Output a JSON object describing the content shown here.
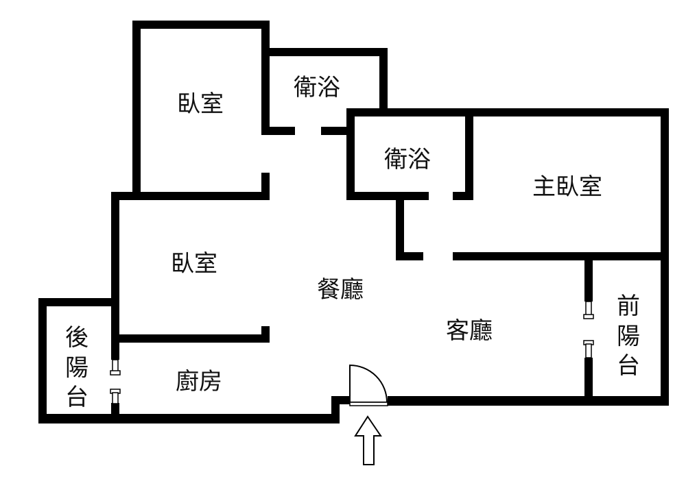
{
  "plan": {
    "wall_color": "#000000",
    "rooms": {
      "bedroom_top": "臥室",
      "bath_top": "衛浴",
      "bath_mid": "衛浴",
      "master_bedroom": "主臥室",
      "bedroom_left": "臥室",
      "dining": "餐廳",
      "living": "客廳",
      "kitchen": "廚房",
      "back_balcony": "後陽台",
      "front_balcony": "前陽台"
    },
    "entrance_icon": "up-arrow-icon",
    "door_icon": "swing-door-icon"
  }
}
